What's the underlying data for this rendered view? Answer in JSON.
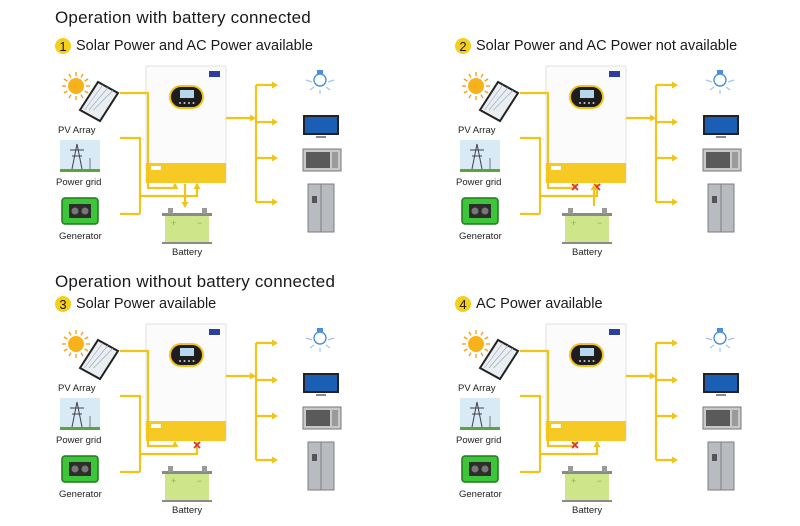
{
  "sections": [
    {
      "title": "Operation with battery connected"
    },
    {
      "title": "Operation without  battery connected"
    }
  ],
  "scenarios": [
    {
      "number": "1",
      "title": "Solar Power and AC Power available",
      "section": 0,
      "sources": {
        "pv": "active",
        "grid": "active"
      },
      "battery": "charging"
    },
    {
      "number": "2",
      "title": "Solar Power and AC Power not available",
      "section": 0,
      "sources": {
        "pv": "blocked",
        "grid": "blocked"
      },
      "battery": "discharging"
    },
    {
      "number": "3",
      "title": "Solar Power available",
      "section": 1,
      "sources": {
        "pv": "active",
        "grid": "blocked"
      },
      "battery": "disconnected"
    },
    {
      "number": "4",
      "title": "AC Power available",
      "section": 1,
      "sources": {
        "pv": "blocked",
        "grid": "active"
      },
      "battery": "disconnected"
    }
  ],
  "labels": {
    "pv_array": "PV Array",
    "power_grid": "Power grid",
    "generator": "Generator",
    "battery": "Battery"
  },
  "loads": [
    "light-bulb",
    "television",
    "microwave",
    "refrigerator"
  ],
  "colors": {
    "line": "#f2c31a",
    "inverter_band": "#f7c924",
    "battery_fill": "#cfe58a",
    "block_x": "#e0322b",
    "badge": "#f4d01c",
    "generator": "#3ec63a",
    "screen": "#1a5fb4"
  }
}
